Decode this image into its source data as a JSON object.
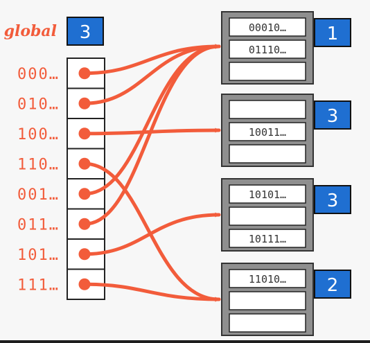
{
  "global": {
    "label": "global",
    "depth": "3"
  },
  "directory": [
    {
      "prefix": "000…",
      "bucket": 0
    },
    {
      "prefix": "010…",
      "bucket": 0
    },
    {
      "prefix": "100…",
      "bucket": 1
    },
    {
      "prefix": "110…",
      "bucket": 3
    },
    {
      "prefix": "001…",
      "bucket": 0
    },
    {
      "prefix": "011…",
      "bucket": 0
    },
    {
      "prefix": "101…",
      "bucket": 2
    },
    {
      "prefix": "111…",
      "bucket": 3
    }
  ],
  "buckets": [
    {
      "local_depth": "1",
      "slots": [
        "00010…",
        "01110…",
        ""
      ]
    },
    {
      "local_depth": "3",
      "slots": [
        "",
        "10011…",
        ""
      ]
    },
    {
      "local_depth": "3",
      "slots": [
        "10101…",
        "",
        "10111…"
      ]
    },
    {
      "local_depth": "2",
      "slots": [
        "11010…",
        "",
        ""
      ]
    }
  ],
  "colors": {
    "accent": "#f25c3b",
    "badge": "#1f6fd1",
    "bucket_frame": "#8f8f8f",
    "slot_fill": "#ffffff"
  }
}
